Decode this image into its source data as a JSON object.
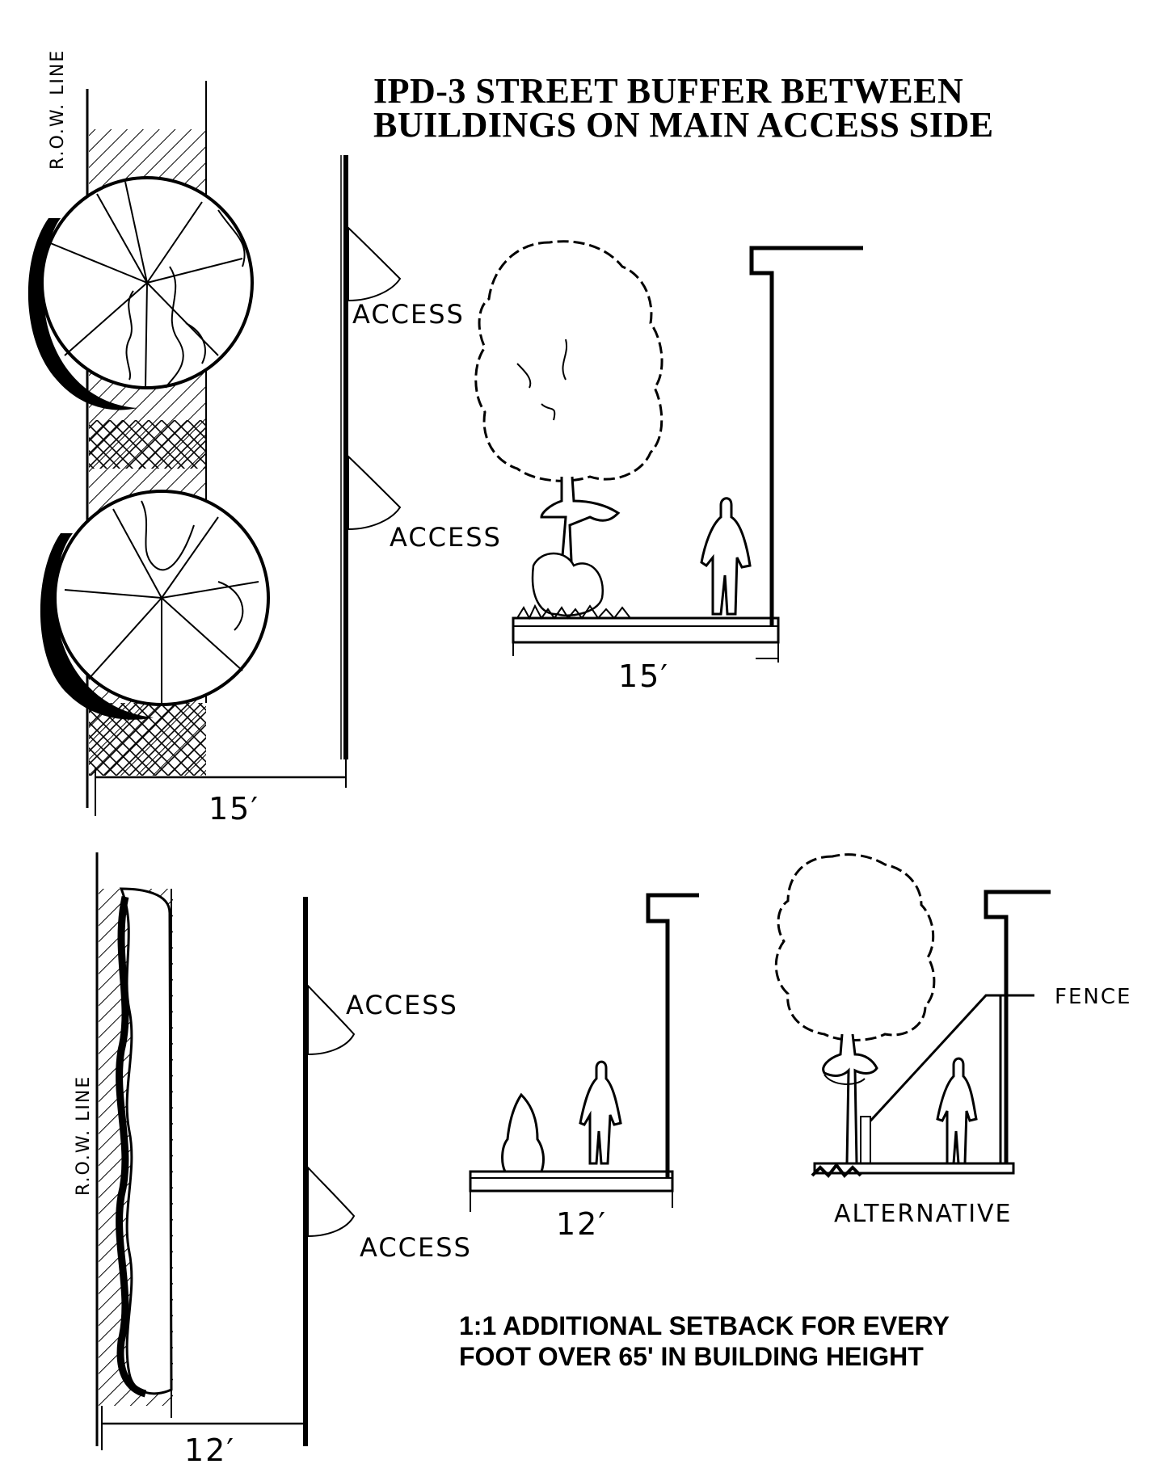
{
  "title_line1": "IPD-3 STREET BUFFER BETWEEN",
  "title_line2": "BUILDINGS ON MAIN ACCESS SIDE",
  "labels": {
    "row_line_top": "R.O.W. LINE",
    "row_line_bottom": "R.O.W. LINE",
    "access": "ACCESS",
    "fence": "FENCE",
    "alternative": "ALTERNATIVE",
    "dim_15_plan": "15′",
    "dim_15_section": "15′",
    "dim_12_plan": "12′",
    "dim_12_section": "12′"
  },
  "note_line1": "1:1 ADDITIONAL SETBACK FOR EVERY",
  "note_line2": "FOOT OVER 65' IN BUILDING HEIGHT"
}
